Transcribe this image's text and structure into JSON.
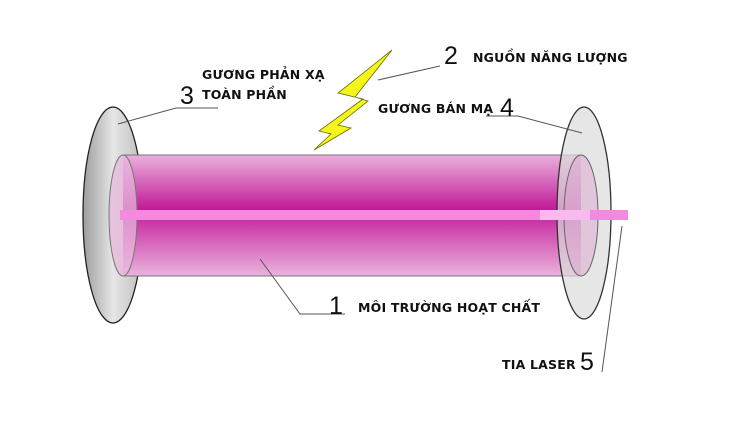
{
  "labels": {
    "active_medium": {
      "number": "1",
      "text": "MÔI TRƯỜNG HOẠT CHẤT"
    },
    "energy_source": {
      "number": "2",
      "text": "NGUỒN NĂNG LƯỢNG"
    },
    "full_mirror": {
      "number": "3",
      "line1": "GƯƠNG PHẢN XẠ",
      "line2": "TOÀN PHẦN"
    },
    "half_mirror": {
      "number": "4",
      "text": "GƯƠNG BÁN MẠ"
    },
    "laser_beam": {
      "number": "5",
      "text": "TIA LASER"
    }
  },
  "colors": {
    "tube_edge": "#e9a6d8",
    "tube_center": "#c21a98",
    "beam": "#f589e0",
    "mirror_fill": "#d9d9d9",
    "lightning": "#f5f51e",
    "leader_line": "#555555"
  },
  "icons": {
    "energy_source": "lightning-bolt-icon"
  }
}
